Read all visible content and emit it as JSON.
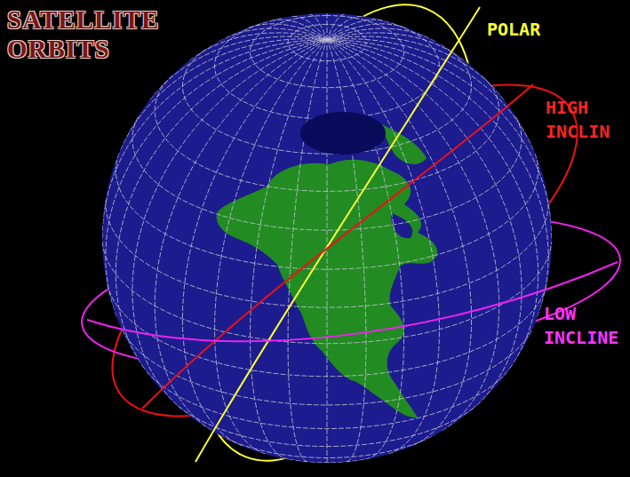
{
  "diagram": {
    "title": "SATELLITE ORBITS",
    "labels": [
      "POLAR",
      "HIGH INCLIN",
      "LOW INCLINE"
    ]
  }
}
